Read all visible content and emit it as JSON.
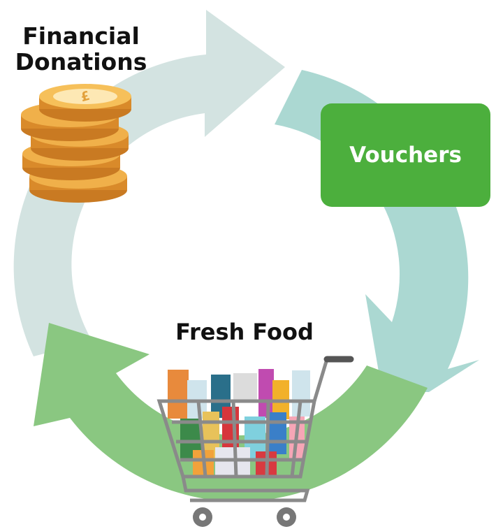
{
  "diagram": {
    "type": "cycle",
    "nodes": {
      "financial_donations": "Financial Donations",
      "vouchers": "Vouchers",
      "fresh_food": "Fresh Food"
    },
    "flow": [
      "financial_donations",
      "vouchers",
      "fresh_food"
    ],
    "colors": {
      "arrow_top": "#d3e3e1",
      "arrow_right": "#abd8d2",
      "arrow_bottom": "#8ac781",
      "vouchers_box": "#4caf3d",
      "coin": "#e8a43a",
      "cart": "#8a8a8a"
    },
    "icons": {
      "financial_donations": "coin-stack-icon",
      "fresh_food": "shopping-cart-icon"
    }
  }
}
